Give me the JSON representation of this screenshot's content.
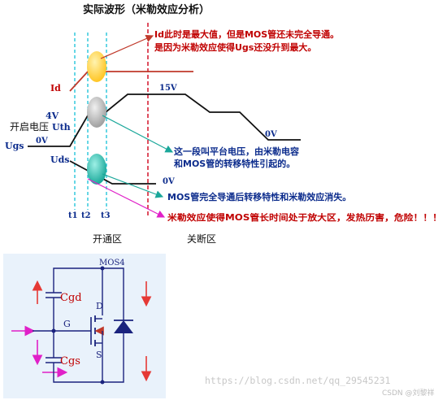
{
  "top": {
    "title": "实际波形（米勒效应分析）",
    "labels": {
      "id": "Id",
      "v4": "4V",
      "turn_on_voltage": "开启电压",
      "uth": "Uth",
      "ugs": "Ugs",
      "zero_v_left": "0V",
      "uds": "Uds",
      "v15": "15V",
      "zero_v_right": "0V",
      "zero_v_uds": "0V",
      "t1": "t1",
      "t2": "t2",
      "t3": "t3",
      "on_region": "开通区",
      "off_region": "关断区"
    },
    "annotations": {
      "red_line1": "Id此时是最大值，但是MOS管还未完全导通。",
      "red_line2": "是因为米勒效应使得Ugs还没升到最大。",
      "teal1_line1": "这一段叫平台电压，由米勒电容",
      "teal1_line2": "和MOS管的转移特性引起的。",
      "teal2": "MOS管完全导通后转移特性和米勒效应消失。",
      "magenta": "米勒效应使得MOS管长时间处于放大区，发热历害，危险！！！"
    }
  },
  "circuit": {
    "device_label": "MOS4",
    "cgd": "Cgd",
    "cgs": "Cgs",
    "g": "G",
    "d": "D",
    "s": "S"
  },
  "watermark": {
    "url": "https://blog.csdn.net/qq_29545231",
    "tag": "CSDN @刘黎祥"
  },
  "colors": {
    "waveform": "#111111",
    "id_curve": "#c0392b",
    "red_text": "#c00000",
    "teal": "#1aa79a",
    "magenta": "#e020c8",
    "blue_text": "#0b2b8c",
    "dashed_cyan": "#00bcd4",
    "dashed_red": "#d0021b",
    "yellow": "#ffd24a",
    "gray": "#b0b0b0",
    "teal_fill": "#26b5a8",
    "circuit_blue": "#1a237e",
    "circuit_bg": "#e9f2fb",
    "arrow_red": "#e53935",
    "arrow_magenta": "#e020c8"
  }
}
